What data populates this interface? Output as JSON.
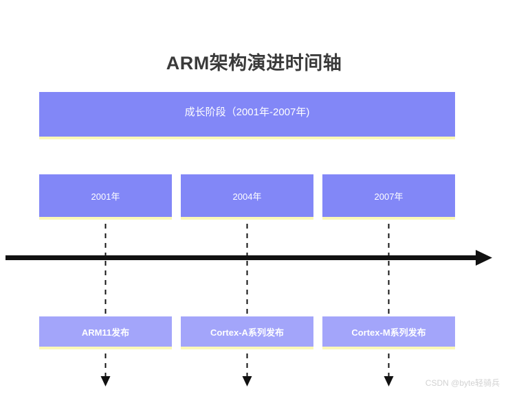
{
  "diagram": {
    "title": "ARM架构演进时间轴",
    "title_color": "#3a3a3a",
    "background": "#ffffff",
    "accent_purple": "#8287f7",
    "accent_purple_light": "#a3a5fa",
    "accent_yellow": "#fbf8b6",
    "axis_color": "#111111"
  },
  "phase": {
    "label": "成长阶段（2001年-2007年)",
    "start_year": "2001年",
    "end_year": "2007年"
  },
  "milestones": [
    {
      "year": "2001年",
      "event": "ARM11发布"
    },
    {
      "year": "2004年",
      "event": "Cortex-A系列发布"
    },
    {
      "year": "2007年",
      "event": "Cortex-M系列发布"
    }
  ],
  "axis": {
    "direction": "right",
    "arrow": "→"
  },
  "watermark": {
    "text": "CSDN @byte轻骑兵"
  }
}
